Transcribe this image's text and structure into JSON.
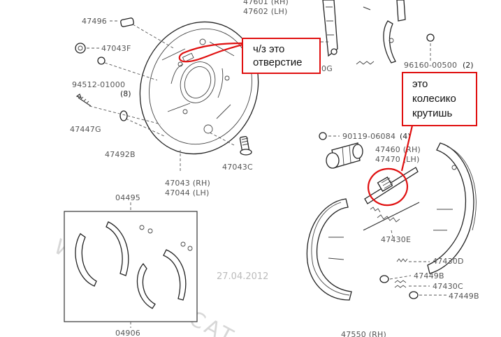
{
  "watermark": {
    "text": "WWW.JAPANCAT",
    "date": "27.04.2012"
  },
  "part_numbers": {
    "p47496": "47496",
    "p47043F": "47043F",
    "p94512": "94512-01000",
    "p94512_qty": "(8)",
    "p47447G": "47447G",
    "p47492B": "47492B",
    "p47043RH": "47043 (RH)",
    "p47044LH": "47044 (LH)",
    "p47043C": "47043C",
    "p47601RH": "47601 (RH)",
    "p47602LH": "47602 (LH)",
    "p_G_partial": "0G",
    "p96160": "96160-00500",
    "p96160_qty": "(2)",
    "p90119": "90119-06084",
    "p90119_qty": "(4)",
    "p47460RH": "47460 (RH)",
    "p47470LH": "47470 (LH)",
    "p47430E": "47430E",
    "p47430D": "47430D",
    "p47449B_a": "47449B",
    "p47430C": "47430C",
    "p47449B_b": "47449B",
    "p04495": "04495",
    "p04906": "04906",
    "p47550RH": "47550 (RH)"
  },
  "annotations": {
    "note1": {
      "line1": "ч/з это",
      "line2": "отверстие"
    },
    "note2": {
      "line1": "это",
      "line2": "колесико",
      "line3": "крутишь"
    }
  },
  "colors": {
    "annotation_red": "#e01010",
    "line": "#333333",
    "label": "#555555"
  }
}
